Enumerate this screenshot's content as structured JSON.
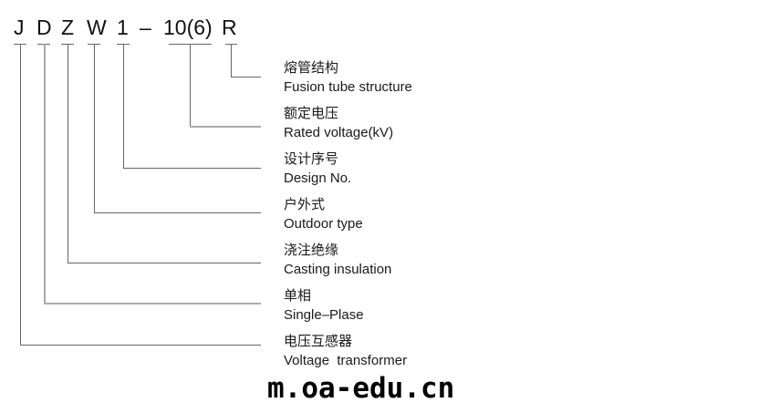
{
  "model_code": {
    "chars": [
      "J",
      "D",
      "Z",
      "W",
      "1",
      "–",
      "10(6)",
      "R"
    ]
  },
  "items": [
    {
      "key": "R",
      "cn": "熔管结构",
      "en": "Fusion tube structure"
    },
    {
      "key": "10(6)",
      "cn": "额定电压",
      "en": "Rated voltage(kV)"
    },
    {
      "key": "1",
      "cn": "设计序号",
      "en": "Design No."
    },
    {
      "key": "W",
      "cn": "户外式",
      "en": "Outdoor type"
    },
    {
      "key": "Z",
      "cn": "浇注绝缘",
      "en": "Casting insulation"
    },
    {
      "key": "D",
      "cn": "单相",
      "en": "Single–Plase"
    },
    {
      "key": "J",
      "cn": "电压互感器",
      "en": "Voltage  transformer"
    }
  ],
  "watermark": "m.oa-edu.cn"
}
